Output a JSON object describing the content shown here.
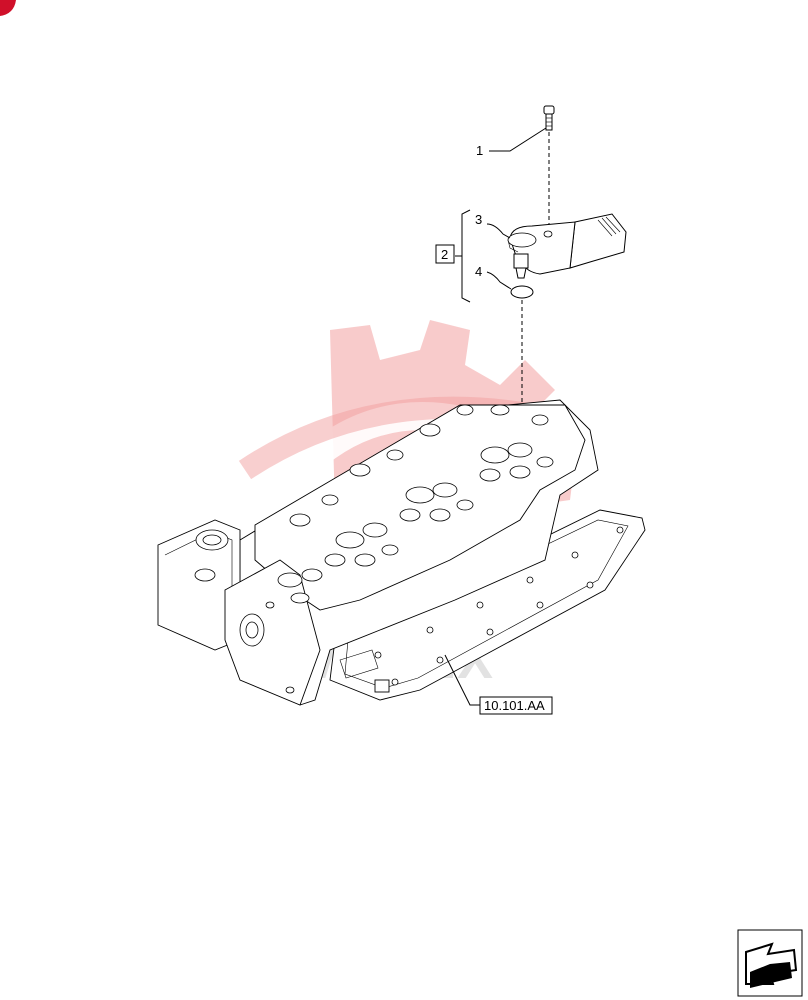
{
  "callouts": {
    "item_1": "1",
    "item_2": "2",
    "item_3": "3",
    "item_4": "4",
    "reference": "10.101.AA"
  },
  "watermark": {
    "text": "MATEX",
    "color": "#f2a0a0"
  },
  "icons": {
    "corner_mark": "red-corner-mark",
    "nav_arrow": "next-page-arrow-icon"
  },
  "colors": {
    "line": "#000000",
    "background": "#ffffff",
    "corner_mark": "#d0102a"
  }
}
